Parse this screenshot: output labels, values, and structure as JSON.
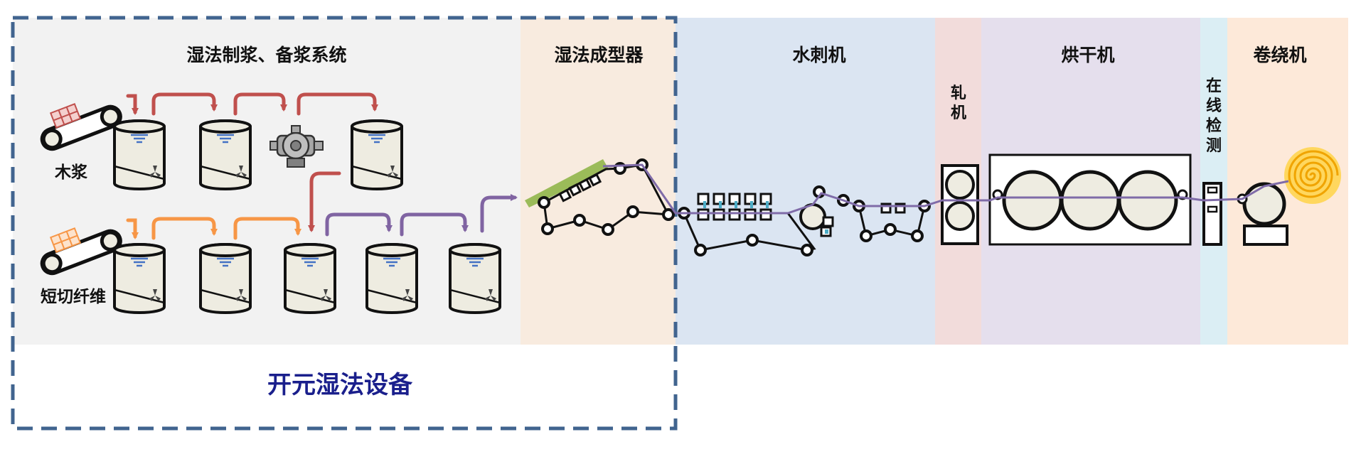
{
  "sections": {
    "pulping": "湿法制浆、备浆系统",
    "former": "湿法成型器",
    "hydroentangle": "水刺机",
    "press": "轧机",
    "dryer": "烘干机",
    "inspect": "在线检测",
    "winder": "卷绕机"
  },
  "press_chars": [
    "轧",
    "机"
  ],
  "inspect_chars": [
    "在",
    "线",
    "检",
    "测"
  ],
  "materials": {
    "wood_pulp": "木浆",
    "short_fiber": "短切纤维"
  },
  "brand_label": "开元湿法设备",
  "colors": {
    "brand_text": "#1a1f8c",
    "dashed_border": "#41648f",
    "arrow_wood": "#c0504d",
    "arrow_fiber": "#f79646",
    "arrow_mix": "#8064a2",
    "web_line": "#7f6ba8",
    "band_pulping": "#f2f2f2",
    "band_former": "#f8ebdf",
    "band_hydro": "#dbe5f2",
    "band_press": "#f2dcdb",
    "band_dryer": "#e5dfed",
    "band_inspect": "#dbeef4",
    "band_winder": "#fde9d9"
  },
  "icons": [
    "conveyor-icon",
    "tank-icon",
    "pump-icon",
    "roller-icon",
    "spiral-roll-icon"
  ]
}
